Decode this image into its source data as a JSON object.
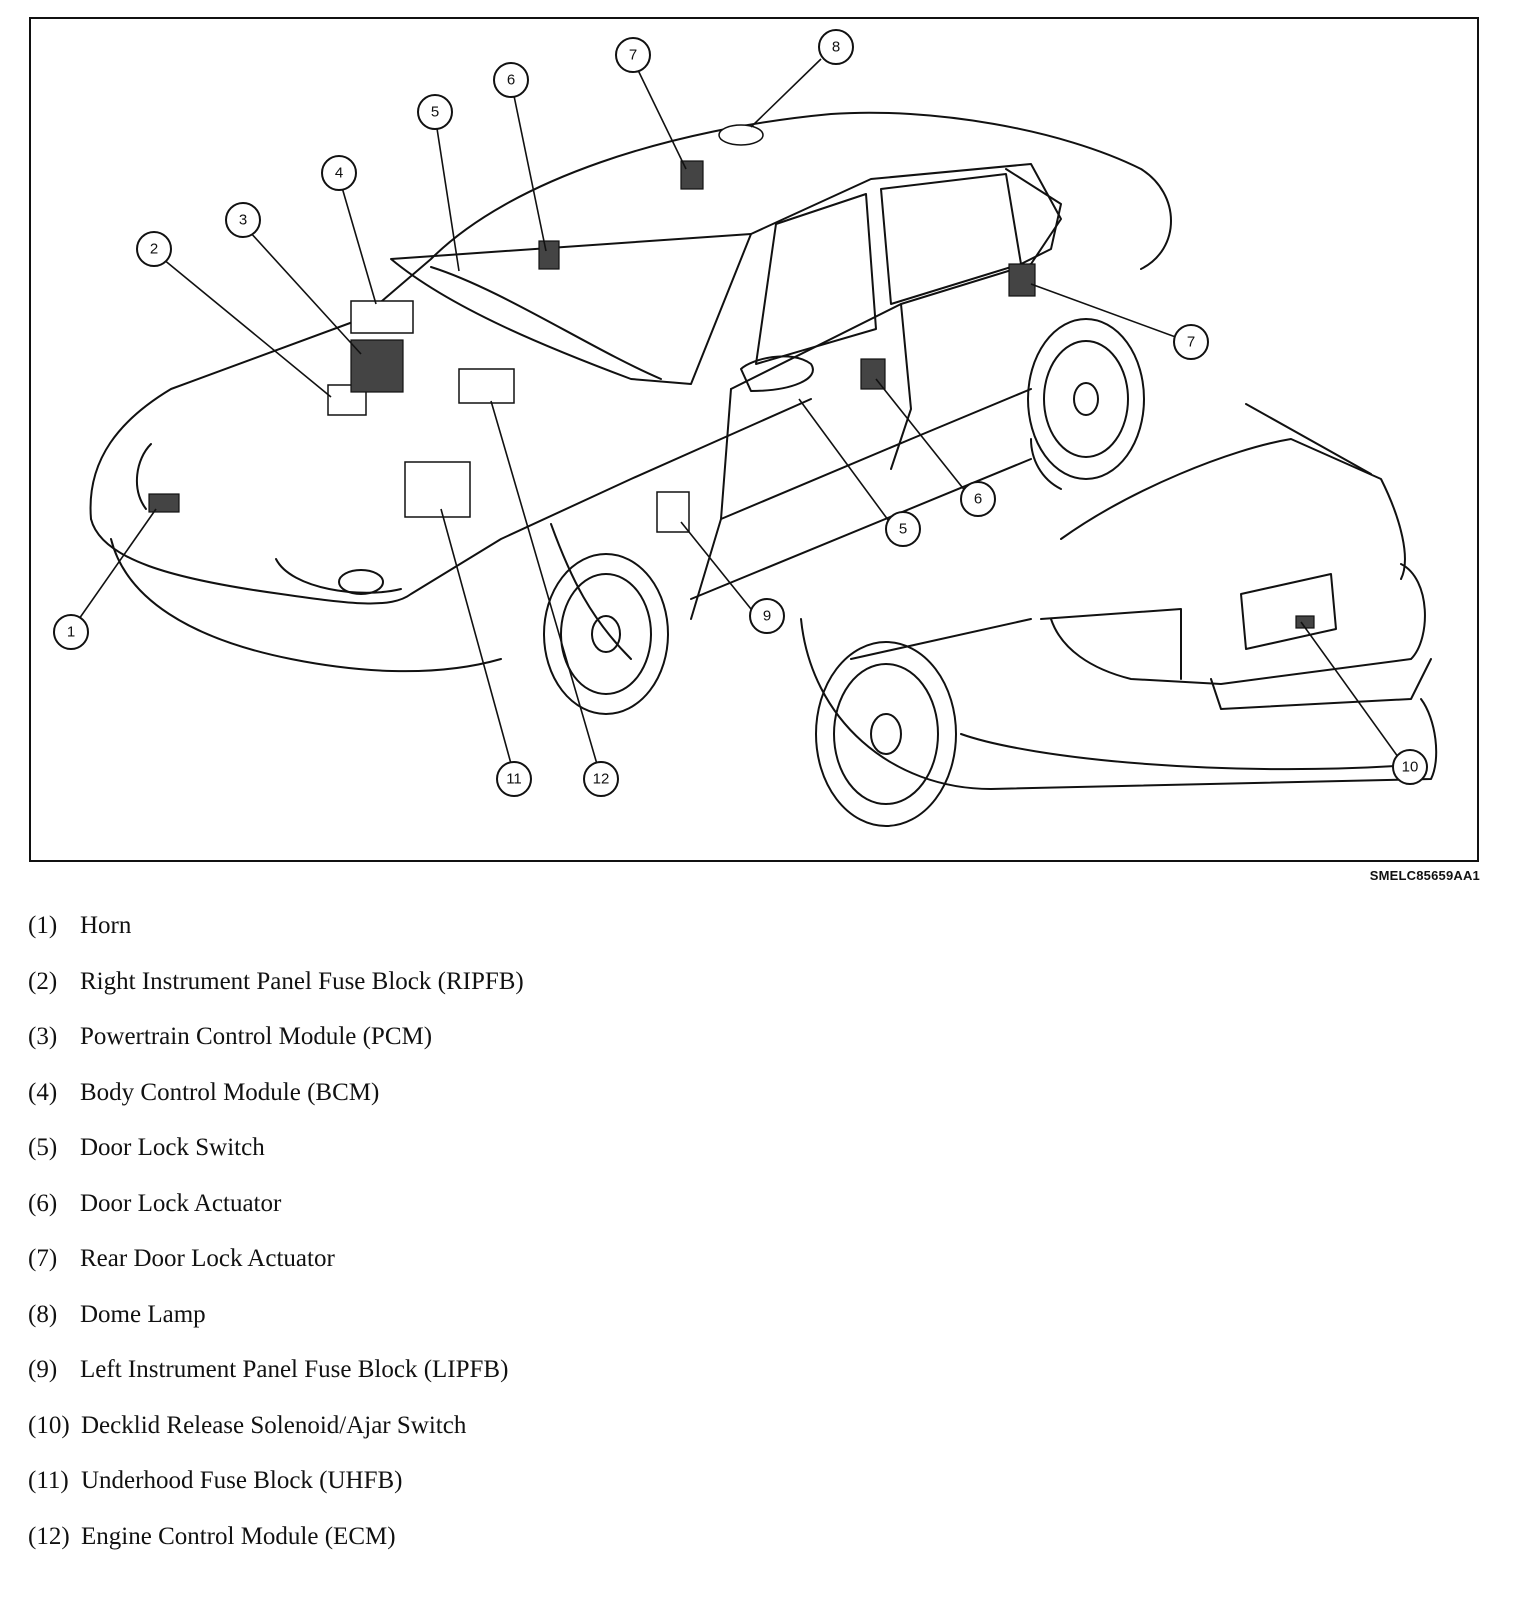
{
  "figure": {
    "code": "SMELC85659AA1",
    "callouts": [
      "1",
      "2",
      "3",
      "4",
      "5",
      "6",
      "7",
      "8",
      "9",
      "10",
      "11",
      "12"
    ]
  },
  "legend": [
    {
      "number": "(1)",
      "label": "Horn"
    },
    {
      "number": "(2)",
      "label": "Right Instrument Panel Fuse Block (RIPFB)"
    },
    {
      "number": "(3)",
      "label": "Powertrain Control Module (PCM)"
    },
    {
      "number": "(4)",
      "label": "Body Control Module (BCM)"
    },
    {
      "number": "(5)",
      "label": "Door Lock Switch"
    },
    {
      "number": "(6)",
      "label": "Door Lock Actuator"
    },
    {
      "number": "(7)",
      "label": "Rear Door Lock Actuator"
    },
    {
      "number": "(8)",
      "label": "Dome Lamp"
    },
    {
      "number": "(9)",
      "label": "Left Instrument Panel Fuse Block (LIPFB)"
    },
    {
      "number": "(10)",
      "label": "Decklid Release Solenoid/Ajar Switch"
    },
    {
      "number": "(11)",
      "label": "Underhood Fuse Block (UHFB)"
    },
    {
      "number": "(12)",
      "label": "Engine Control Module (ECM)"
    }
  ]
}
